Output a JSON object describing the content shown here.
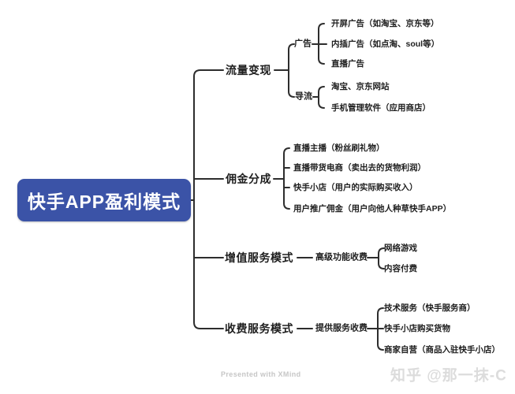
{
  "root": {
    "label": "快手APP盈利模式"
  },
  "branches": [
    {
      "label": "流量变现",
      "children": [
        {
          "label": "广告",
          "children": [
            {
              "label": "开屏广告（如淘宝、京东等）"
            },
            {
              "label": "内插广告（如点淘、soul等）"
            },
            {
              "label": "直播广告"
            }
          ]
        },
        {
          "label": "导流",
          "children": [
            {
              "label": "淘宝、京东网站"
            },
            {
              "label": "手机管理软件（应用商店）"
            }
          ]
        }
      ]
    },
    {
      "label": "佣金分成",
      "children": [
        {
          "label": "直播主播（粉丝刷礼物）"
        },
        {
          "label": "直播带货电商（卖出去的货物利润）"
        },
        {
          "label": "快手小店（用户的实际购买收入）"
        },
        {
          "label": "用户推广佣金（用户向他人种草快手APP）"
        }
      ]
    },
    {
      "label": "增值服务模式",
      "children": [
        {
          "label": "高级功能收费",
          "children": [
            {
              "label": "网络游戏"
            },
            {
              "label": "内容付费"
            }
          ]
        }
      ]
    },
    {
      "label": "收费服务模式",
      "children": [
        {
          "label": "提供服务收费",
          "children": [
            {
              "label": "技术服务（快手服务商）"
            },
            {
              "label": "快手小店购买货物"
            },
            {
              "label": "商家自营（商品入驻快手小店）"
            }
          ]
        }
      ]
    }
  ],
  "footer": {
    "attribution": "Presented with XMind",
    "watermark": "知乎 @那一抹-C"
  },
  "colors": {
    "root_bg": "#3b53a7",
    "root_text": "#ffffff",
    "line": "#2d2d2d",
    "text": "#1e1e1e",
    "attribution_text": "#c6c6c6",
    "watermark_text": "#dcdcdc",
    "background": "#ffffff"
  }
}
